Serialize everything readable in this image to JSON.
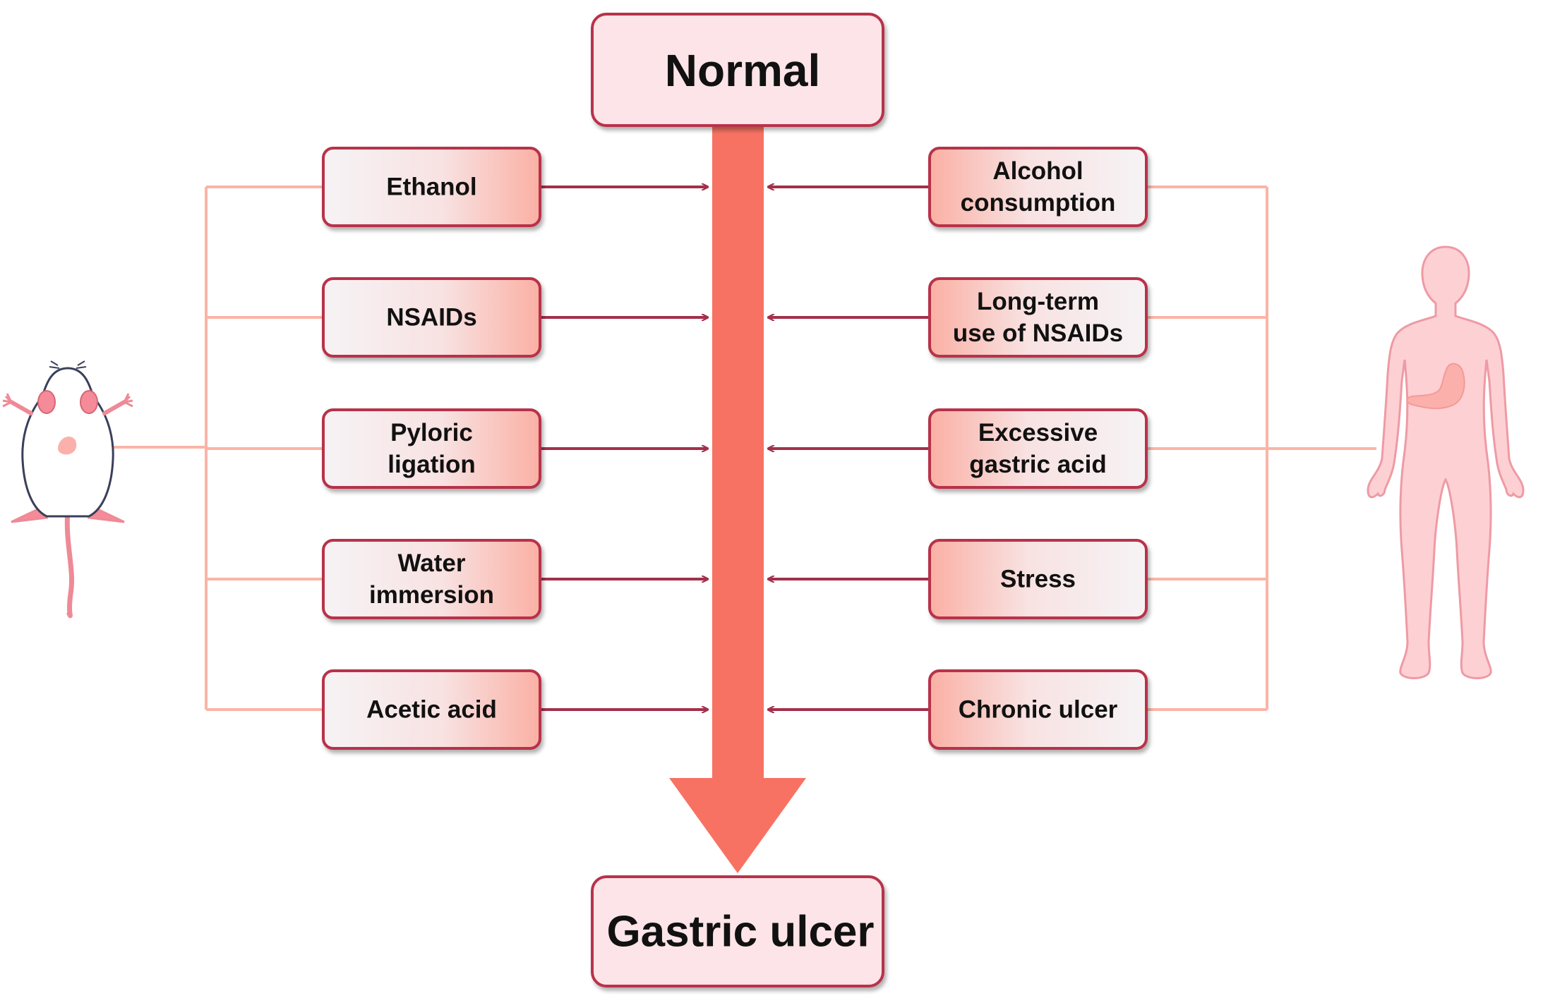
{
  "top_box": {
    "label": "Normal"
  },
  "bottom_box": {
    "label": "Gastric ulcer"
  },
  "animal_models": [
    {
      "lines": [
        "Ethanol"
      ]
    },
    {
      "lines": [
        "NSAIDs"
      ]
    },
    {
      "lines": [
        "Pyloric",
        "ligation"
      ]
    },
    {
      "lines": [
        "Water",
        "immersion"
      ]
    },
    {
      "lines": [
        "Acetic acid"
      ]
    }
  ],
  "human_causes": [
    {
      "lines": [
        "Alcohol",
        "consumption"
      ]
    },
    {
      "lines": [
        "Long-term",
        "use of NSAIDs"
      ]
    },
    {
      "lines": [
        "Excessive",
        "gastric acid"
      ]
    },
    {
      "lines": [
        "Stress"
      ]
    },
    {
      "lines": [
        "Chronic ulcer"
      ]
    }
  ],
  "colors": {
    "box_border": "#b8334a",
    "box_fill_light": "#f6f3f5",
    "box_fill_accent": "#fab0a4",
    "main_box_fill": "#fde4e8",
    "main_arrow": "#f77262",
    "side_arrow": "#a3304a",
    "connector": "#fbb4a6",
    "figure_fill": "#fdd0d4",
    "figure_stroke": "#ee9aa4",
    "stomach": "#fbb0ac"
  },
  "icons": {
    "left": "rat-icon",
    "right": "human-body-icon"
  }
}
